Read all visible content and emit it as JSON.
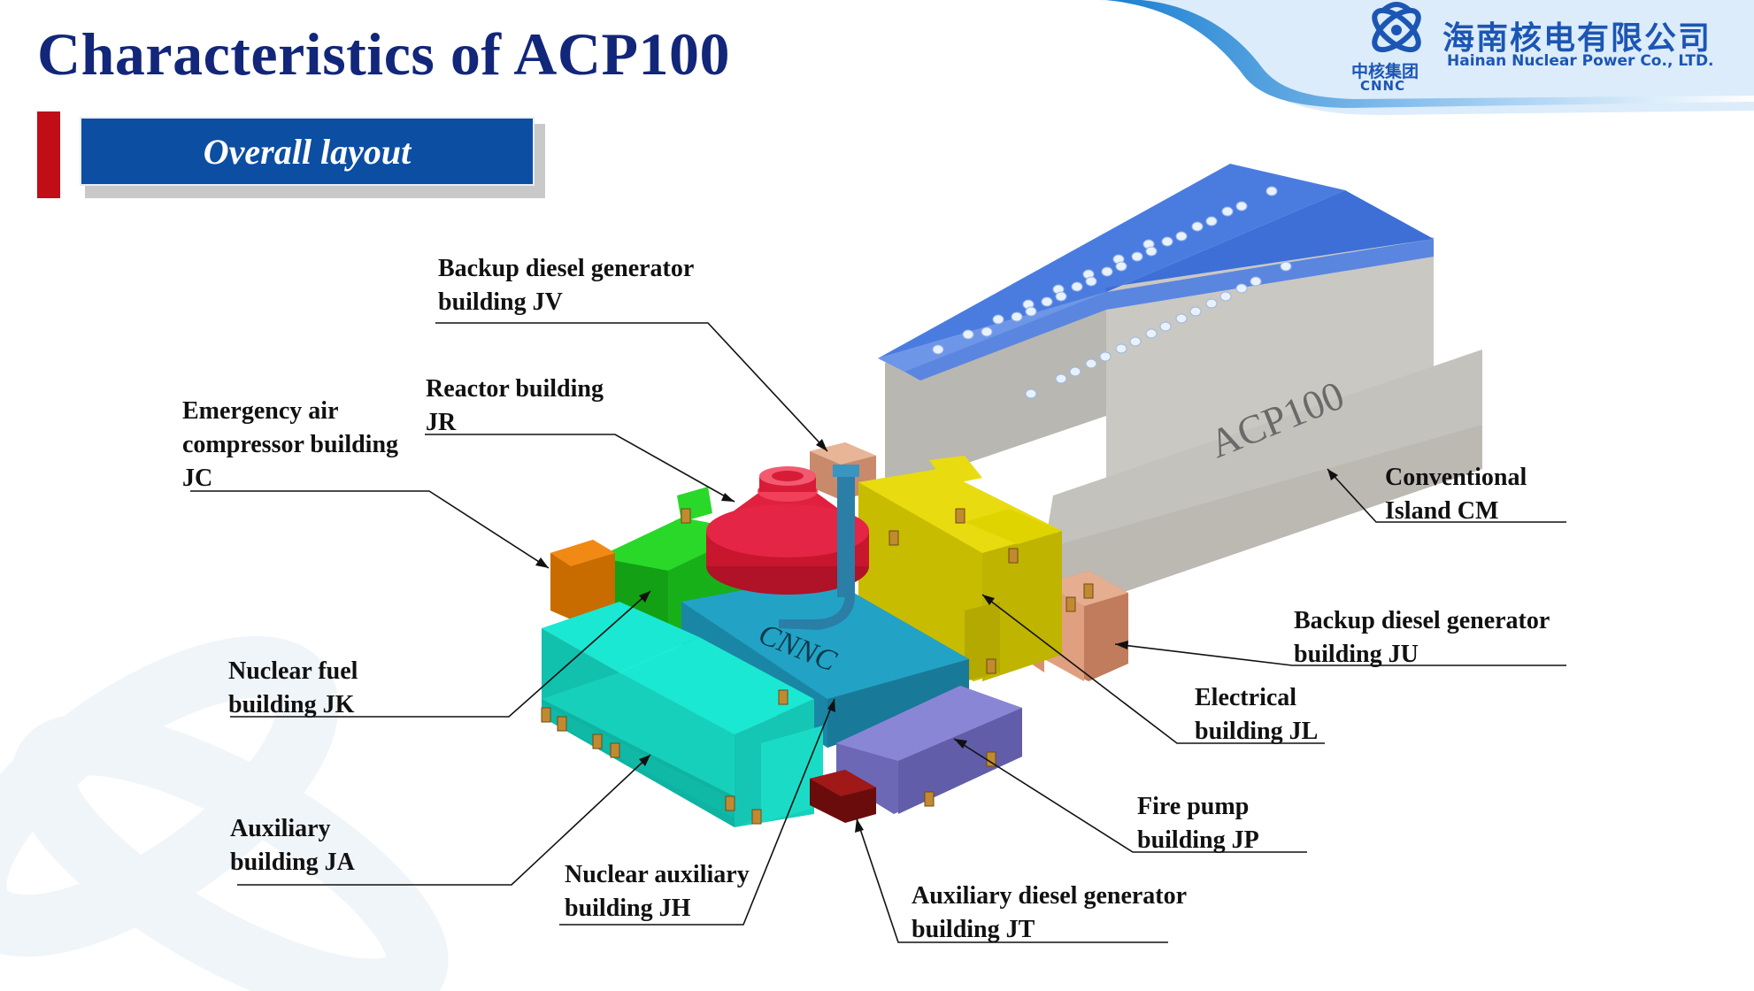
{
  "title": "Characteristics of ACP100",
  "section": {
    "label": "Overall layout"
  },
  "logo": {
    "company_cn": "海南核电有限公司",
    "company_en": "Hainan Nuclear Power Co., LTD.",
    "group_cn": "中核集团",
    "group_en": "CNNC"
  },
  "diagram": {
    "model_text": "ACP100",
    "watermark_text": "CNNC",
    "labels": {
      "backup_diesel_jv": [
        "Backup diesel generator",
        "building JV"
      ],
      "reactor_jr": [
        "Reactor building",
        "JR"
      ],
      "emergency_air_jc": [
        "Emergency air",
        "compressor building",
        "JC"
      ],
      "conventional_cm": [
        "Conventional",
        "Island CM"
      ],
      "backup_diesel_ju": [
        "Backup diesel generator",
        "building JU"
      ],
      "nuclear_fuel_jk": [
        "Nuclear fuel",
        "building JK"
      ],
      "electrical_jl": [
        "Electrical",
        "building JL"
      ],
      "fire_pump_jp": [
        "Fire pump",
        "building JP"
      ],
      "auxiliary_ja": [
        "Auxiliary",
        "building JA"
      ],
      "nuclear_aux_jh": [
        "Nuclear auxiliary",
        "building JH"
      ],
      "aux_diesel_jt": [
        "Auxiliary diesel generator",
        "building JT"
      ]
    }
  },
  "colors": {
    "title": "#12267a",
    "section_box": "#0b4ea2",
    "section_bar": "#c00d16",
    "roof": "#3d6fd6",
    "wall": "#c8c6c0",
    "reactor_dome": "#e0203e",
    "yellow_building": "#e0d400",
    "green_building": "#1ec81e",
    "cyan_building": "#16ddc8",
    "teal_building": "#1f9bbd",
    "purple_building": "#8480d0",
    "orange_building": "#e07800",
    "tan_building": "#e0a080",
    "darkred_building": "#8a1010"
  }
}
